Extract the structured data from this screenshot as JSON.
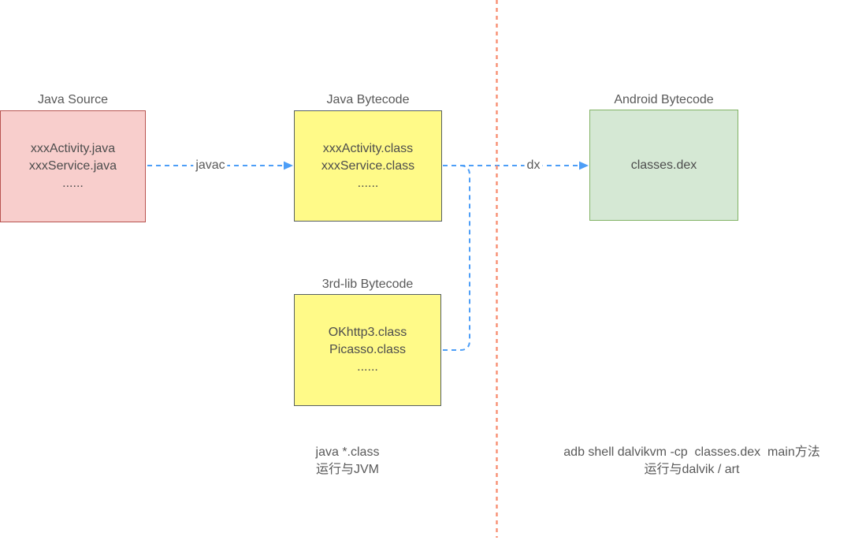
{
  "diagram": {
    "nodes": [
      {
        "id": "java-source",
        "label": "Java Source",
        "lines": [
          "xxxActivity.java",
          "xxxService.java",
          "......"
        ],
        "fill": "#f8cecc",
        "border": "#b85450"
      },
      {
        "id": "java-bytecode",
        "label": "Java Bytecode",
        "lines": [
          "xxxActivity.class",
          "xxxService.class",
          "......"
        ],
        "fill": "#fffa88",
        "border": "#565f62"
      },
      {
        "id": "android-bytecode",
        "label": "Android Bytecode",
        "lines": [
          "classes.dex"
        ],
        "fill": "#d5e8d4",
        "border": "#82b366"
      },
      {
        "id": "thirdlib-bytecode",
        "label": "3rd-lib Bytecode",
        "lines": [
          "OKhttp3.class",
          "Picasso.class",
          "......"
        ],
        "fill": "#fffa88",
        "border": "#565f62"
      }
    ],
    "edges": [
      {
        "id": "javac-edge",
        "label": "javac",
        "from": "java-source",
        "to": "java-bytecode"
      },
      {
        "id": "dx-edge",
        "label": "dx",
        "from": "java-bytecode",
        "to": "android-bytecode"
      },
      {
        "id": "thirdlib-edge",
        "label": "",
        "from": "thirdlib-bytecode",
        "to": "dx-edge"
      }
    ],
    "captions": {
      "jvm": [
        "java *.class",
        "运行与JVM"
      ],
      "dalvik": [
        "adb shell dalvikvm -cp  classes.dex  main方法",
        "运行与dalvik / art"
      ]
    },
    "colors": {
      "arrow": "#4d9ef7",
      "divider": "#f78e72",
      "text": "#595959"
    }
  }
}
